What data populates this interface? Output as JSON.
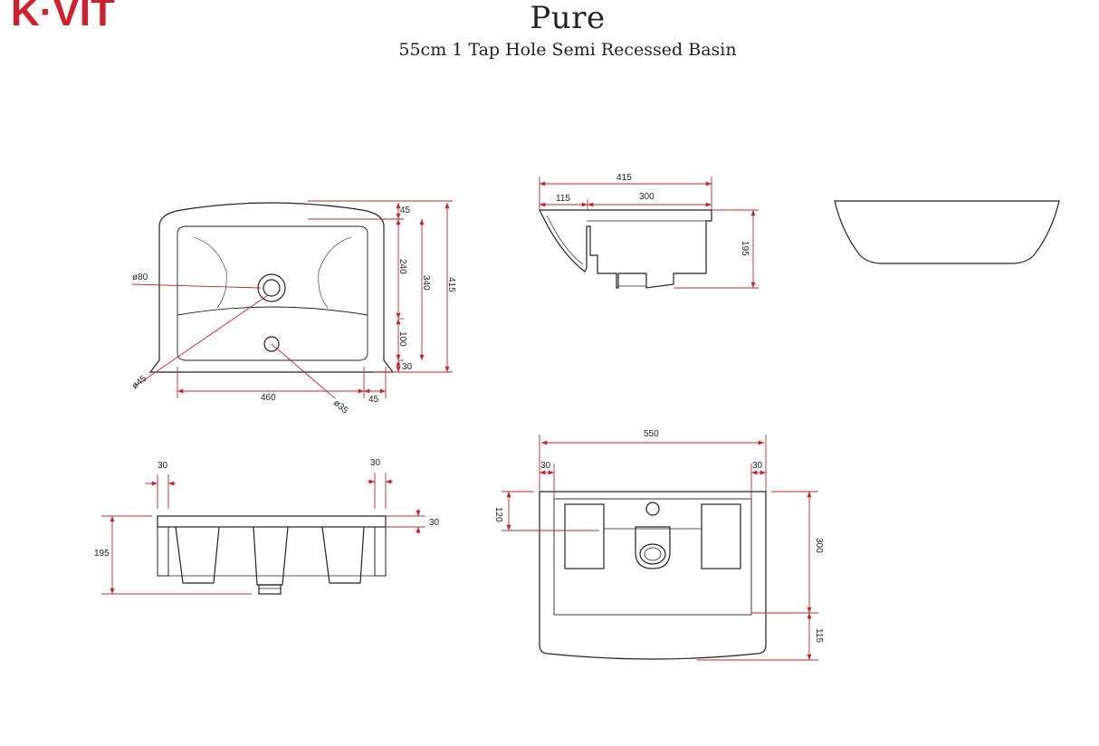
{
  "logo": {
    "brand": "K·VIT",
    "color": "#d0202e"
  },
  "title": "Pure",
  "subtitle": "55cm 1 Tap Hole Semi Recessed Basin",
  "colors": {
    "dimension": "#c8242c",
    "outline": "#222222"
  },
  "plan_view": {
    "overall_depth": "415",
    "front_depth": "340",
    "rim_back": "45",
    "tap_to_bowl": "240",
    "bowl_front": "100",
    "front_lip": "30",
    "width": "460",
    "side": "45",
    "tap_hole": "ø80",
    "overflow": "ø45",
    "waste": "ø35"
  },
  "side_view": {
    "overall": "415",
    "rear": "115",
    "front": "300",
    "height": "195"
  },
  "front_view": {
    "left": "30",
    "right": "30",
    "lip": "30",
    "height": "195"
  },
  "under_view": {
    "width": "550",
    "left": "30",
    "right": "30",
    "tap_offset": "120",
    "rear_depth": "300",
    "front_depth": "115"
  }
}
